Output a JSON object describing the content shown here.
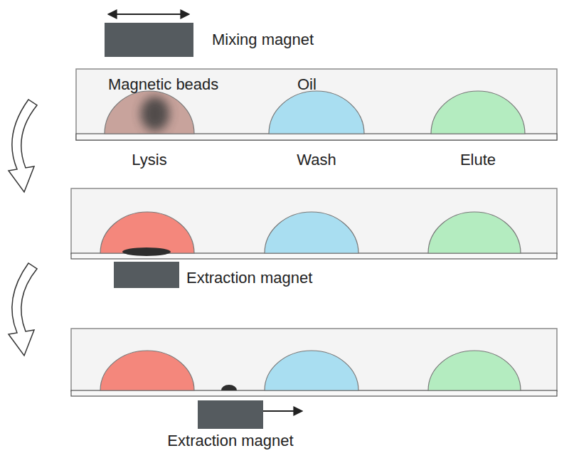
{
  "diagram": {
    "labels": [
      "Mixing magnet",
      "Magnetic beads",
      "Oil",
      "Lysis",
      "Wash",
      "Elute",
      "Extraction magnet",
      "Extraction magnet"
    ]
  }
}
